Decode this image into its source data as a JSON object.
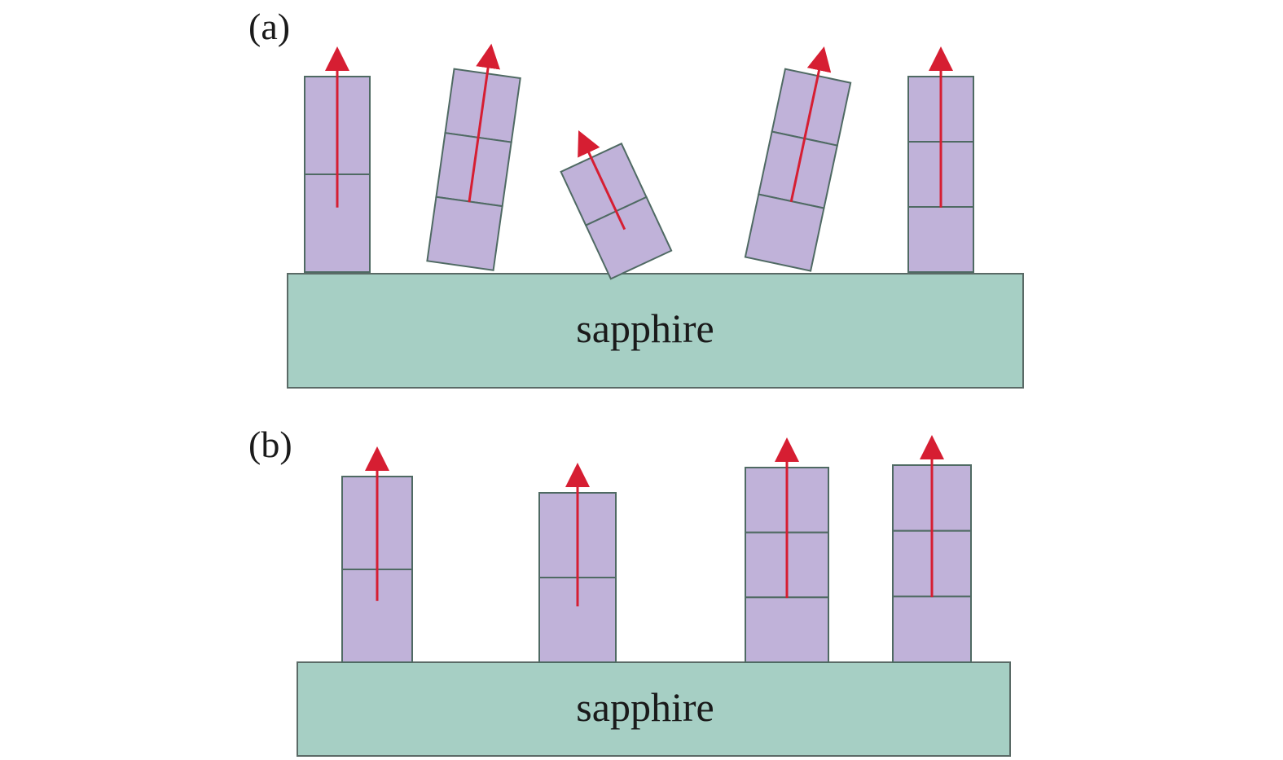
{
  "colors": {
    "substrate_fill": "#a6cfc4",
    "crystal_fill": "#c0b2d9",
    "crystal_stroke": "#4f6a63",
    "arrow": "#d61e32"
  },
  "panel_a": {
    "label": "(a)",
    "substrate_label": "sapphire",
    "crystals": [
      {
        "tilt_deg": 0,
        "segments": 2,
        "tall": true
      },
      {
        "tilt_deg": 8,
        "segments": 3,
        "tall": true
      },
      {
        "tilt_deg": -25,
        "segments": 2,
        "tall": false
      },
      {
        "tilt_deg": 12,
        "segments": 3,
        "tall": true
      },
      {
        "tilt_deg": 0,
        "segments": 3,
        "tall": true
      }
    ]
  },
  "panel_b": {
    "label": "(b)",
    "substrate_label": "sapphire",
    "crystals": [
      {
        "tilt_deg": 0,
        "segments": 2
      },
      {
        "tilt_deg": 0,
        "segments": 2
      },
      {
        "tilt_deg": 0,
        "segments": 3
      },
      {
        "tilt_deg": 0,
        "segments": 3
      }
    ]
  }
}
